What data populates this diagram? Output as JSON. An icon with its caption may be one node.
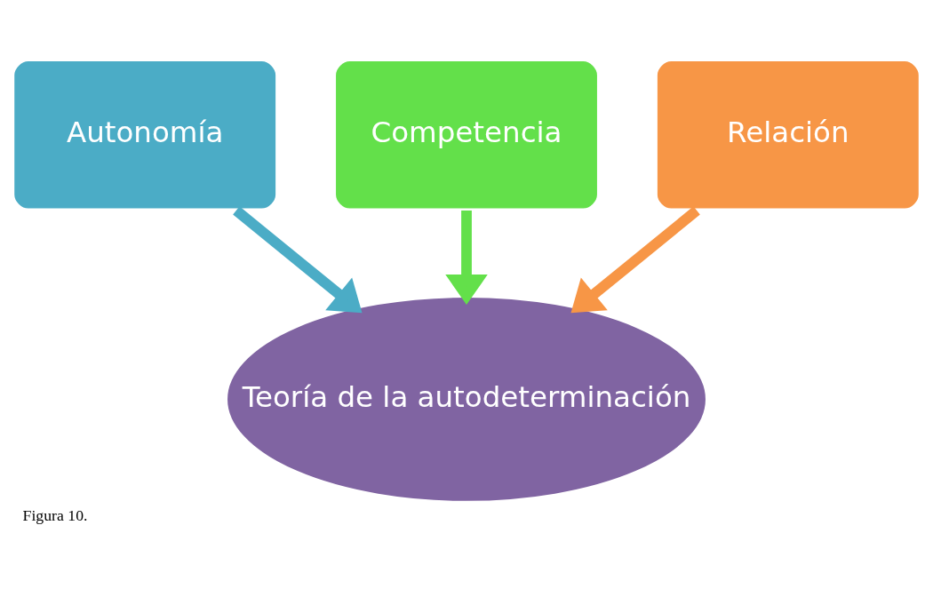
{
  "diagram": {
    "caption": "Figura 10.",
    "nodes": [
      {
        "text": [
          "Autonomía"
        ]
      },
      {
        "text": [
          "Competencia"
        ]
      },
      {
        "text": [
          "Relación"
        ]
      },
      {
        "text": [
          "Teoría de la autodeterminación"
        ]
      }
    ],
    "edges": [
      {
        "from": 0,
        "to": 3,
        "arrow": "to",
        "color": "#4bacc6"
      },
      {
        "from": 1,
        "to": 3,
        "arrow": "to",
        "color": "#63e04a"
      },
      {
        "from": 2,
        "to": 3,
        "arrow": "to",
        "color": "#f79646"
      }
    ]
  }
}
